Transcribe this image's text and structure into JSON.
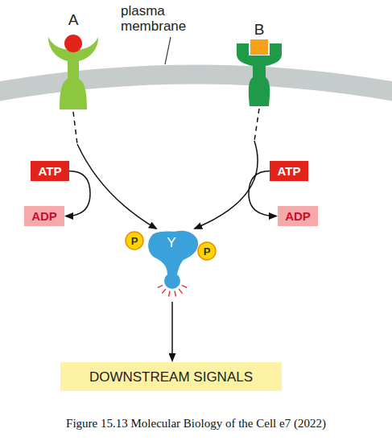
{
  "diagram": {
    "caption": "Figure 15.13 Molecular Biology of the Cell e7 (2022)",
    "nodes": [
      {
        "text": [
          "A"
        ]
      },
      {
        "text": [
          "B"
        ]
      },
      {
        "text": [
          "ATP"
        ]
      },
      {
        "text": [
          "ATP"
        ]
      },
      {
        "text": [
          "ADP"
        ]
      },
      {
        "text": [
          "ADP"
        ]
      },
      {
        "text": [
          "P"
        ]
      },
      {
        "text": [
          "Y"
        ]
      },
      {
        "text": [
          "P"
        ]
      },
      {
        "text": [
          "DOWNSTREAM SIGNALS"
        ]
      }
    ],
    "edges": [
      {
        "from": 0,
        "to": 7,
        "arrow": "to"
      },
      {
        "from": 1,
        "to": 7,
        "arrow": "to"
      },
      {
        "from": 2,
        "to": 4,
        "arrow": "to"
      },
      {
        "from": 3,
        "to": 5,
        "arrow": "to"
      },
      {
        "from": 7,
        "to": 9,
        "arrow": "to"
      }
    ],
    "labels": [
      "plasma membrane"
    ]
  }
}
